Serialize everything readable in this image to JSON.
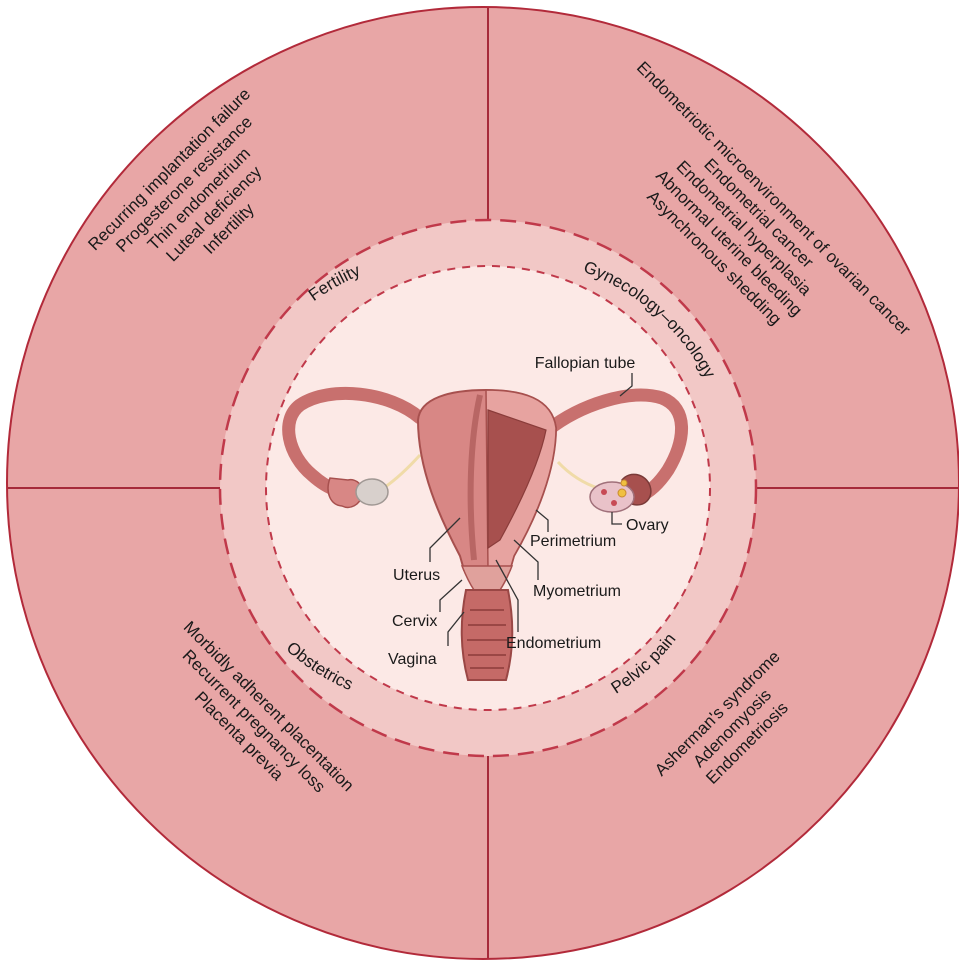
{
  "colors": {
    "outer_ring": "#e8a6a6",
    "outer_stroke": "#b22a3a",
    "middle_ring": "#f2c8c6",
    "inner_disc": "#fce9e6",
    "divider": "#a62a3a",
    "dashed": "#c0394a",
    "uterus_body": "#d88785",
    "uterus_dark": "#a7504e",
    "leader_line": "#333333"
  },
  "quadrants": {
    "fertility": {
      "category": "Fertility",
      "conditions": [
        "Recurring implantation failure",
        "Progesterone resistance",
        "Thin endometrium",
        "Luteal deficiency",
        "Infertility"
      ]
    },
    "gyn_onc": {
      "category": "Gynecology–oncology",
      "conditions": [
        "Endometriotic microenvironment of ovarian cancer",
        "Endometrial cancer",
        "Endometrial hyperplasia",
        "Abnormal uterine bleeding",
        "Asynchronous shedding"
      ]
    },
    "obstetrics": {
      "category": "Obstetrics",
      "conditions": [
        "Morbidly adherent placentation",
        "Recurrent pregnancy loss",
        "Placenta previa"
      ]
    },
    "pelvic_pain": {
      "category": "Pelvic pain",
      "conditions": [
        "Asherman's syndrome",
        "Adenomyosis",
        "Endometriosis"
      ]
    }
  },
  "anatomy_labels": {
    "fallopian_tube": "Fallopian tube",
    "ovary": "Ovary",
    "perimetrium": "Perimetrium",
    "uterus": "Uterus",
    "myometrium": "Myometrium",
    "cervix": "Cervix",
    "endometrium": "Endometrium",
    "vagina": "Vagina"
  }
}
